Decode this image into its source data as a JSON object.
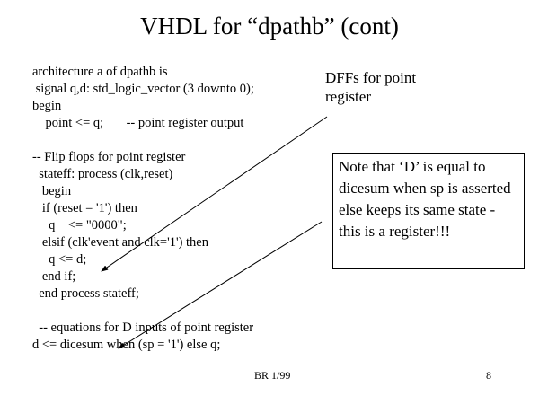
{
  "title": "VHDL for “dpathb” (cont)",
  "code_lines": [
    "architecture a of dpathb is",
    " signal q,d: std_logic_vector (3 downto 0);",
    "begin",
    "    point <= q;       -- point register output",
    "",
    "-- Flip flops for point register",
    "  stateff: process (clk,reset)",
    "   begin",
    "   if (reset = '1') then",
    "     q    <= \"0000\";",
    "   elsif (clk'event and clk='1') then",
    "     q <= d;",
    "   end if;",
    "  end process stateff;",
    "",
    "  -- equations for D inputs of point register",
    "d <= dicesum when (sp = '1') else q;"
  ],
  "callout_dff": "DFFs for point register",
  "callout_note": "Note that ‘D’ is equal to dicesum when sp is asserted else keeps its same state - this is a register!!!",
  "footer_center": "BR 1/99",
  "page_number": "8"
}
